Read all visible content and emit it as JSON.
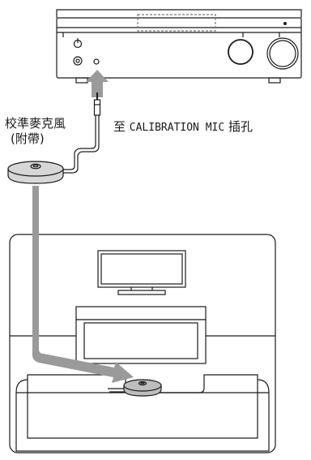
{
  "labels": {
    "mic_name": "校準麥克風",
    "mic_note": "(附帶)",
    "to_prefix": "至 ",
    "jack_name": "CALIBRATION MIC",
    "to_suffix": " 插孔"
  },
  "colors": {
    "line": "#1a1a1a",
    "arrow": "#9a9a9a",
    "mic_body": "#d7d7d7",
    "mic_body_room": "#bdbdbd",
    "display_dash": "#777777"
  },
  "icons": [
    "receiver-icon",
    "microphone-icon",
    "tv-icon",
    "tv-stand-icon",
    "sofa-icon",
    "arrow-icon",
    "cable-icon"
  ]
}
